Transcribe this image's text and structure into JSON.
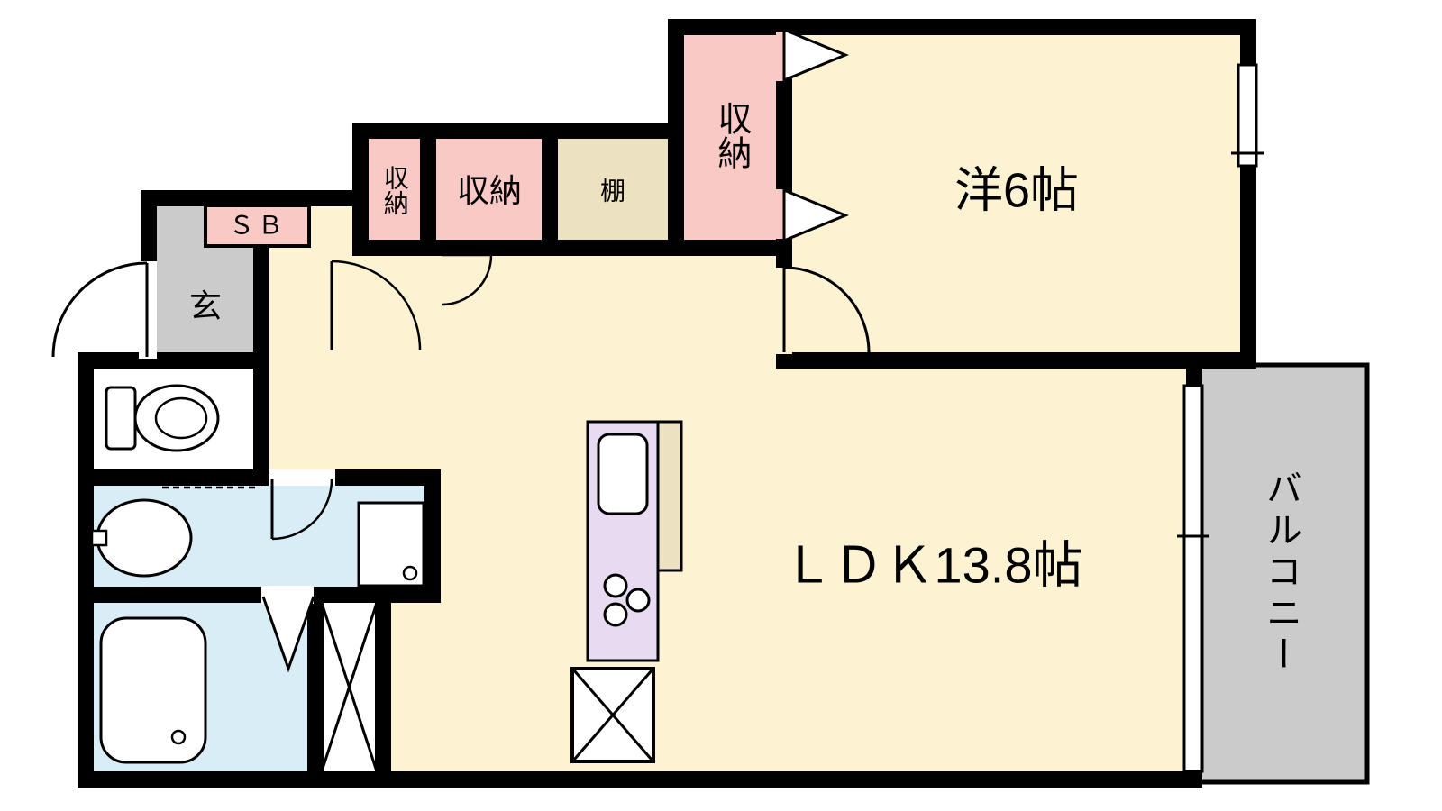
{
  "plan": {
    "type": "apartment-floor-plan",
    "labels": {
      "western_room": "洋6帖",
      "ldk": "ＬＤＫ13.8帖",
      "closet_main": "収納",
      "closet_hall_small": "収納",
      "closet_hall": "収納",
      "shelf": "棚",
      "shoe_box": "ＳＢ",
      "entrance": "玄",
      "balcony": "バルコニー"
    },
    "colors": {
      "room": "#fdf3d2",
      "closet": "#f9c9c5",
      "wet_area": "#d9edf7",
      "kitchen": "#e7daf1",
      "concrete": "#cbcbcb",
      "shelf_bg": "#ece1c0",
      "wall": "#000000",
      "background": "#ffffff"
    }
  }
}
